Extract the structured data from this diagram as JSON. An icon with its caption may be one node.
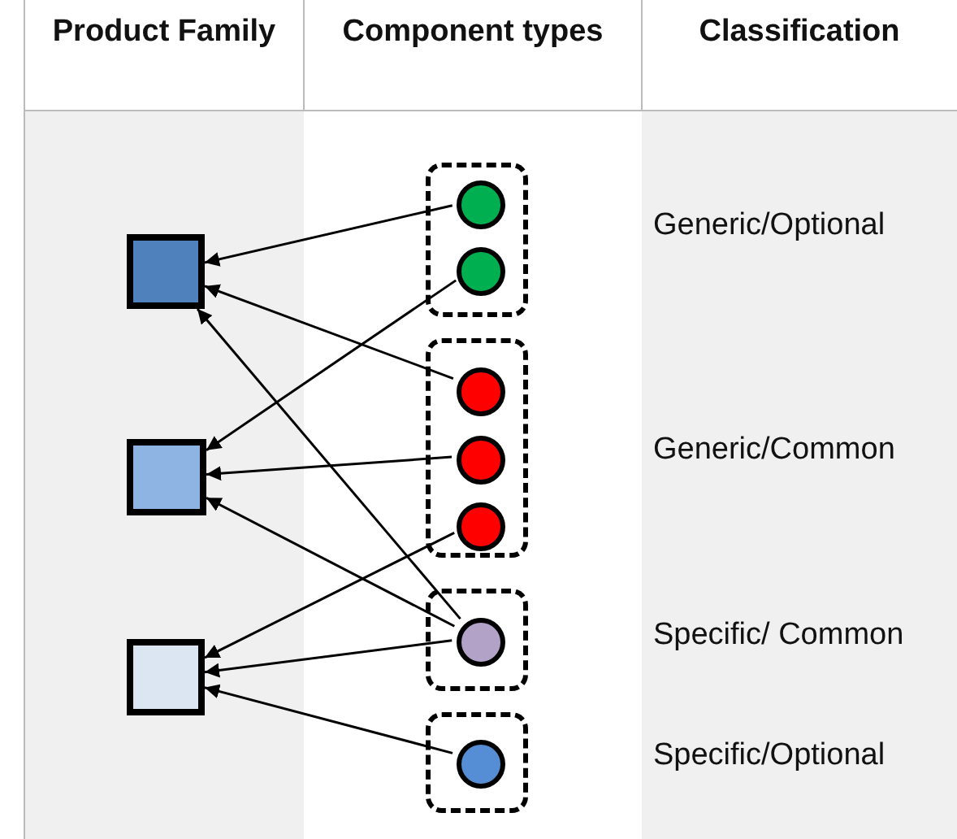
{
  "diagram": {
    "nodes": [
      {
        "text": [],
        "shape": "box"
      },
      {
        "text": [],
        "shape": "box"
      },
      {
        "text": [],
        "shape": "box"
      },
      {
        "text": [],
        "shape": "box"
      },
      {
        "text": [],
        "shape": "box"
      },
      {
        "text": [],
        "shape": "box"
      },
      {
        "text": [],
        "shape": "box"
      },
      {
        "text": [],
        "shape": "circle",
        "in": 3
      },
      {
        "text": [],
        "shape": "circle",
        "in": 3
      },
      {
        "text": [],
        "shape": "circle",
        "in": 4
      },
      {
        "text": [],
        "shape": "circle",
        "in": 4
      },
      {
        "text": [],
        "shape": "circle",
        "in": 4
      },
      {
        "text": [],
        "shape": "circle",
        "in": 5
      },
      {
        "text": [],
        "shape": "circle",
        "in": 6
      }
    ],
    "edges": [
      {
        "from": 7,
        "to": 0,
        "arrow": "to"
      },
      {
        "from": 8,
        "to": 1,
        "arrow": "to"
      },
      {
        "from": 9,
        "to": 0,
        "arrow": "to"
      },
      {
        "from": 10,
        "to": 1,
        "arrow": "to"
      },
      {
        "from": 11,
        "to": 2,
        "arrow": "to"
      },
      {
        "from": 12,
        "to": 0,
        "arrow": "to"
      },
      {
        "from": 12,
        "to": 1,
        "arrow": "to"
      },
      {
        "from": 12,
        "to": 2,
        "arrow": "to"
      },
      {
        "from": 13,
        "to": 2,
        "arrow": "to"
      }
    ],
    "labels": [
      "Product Family",
      "Component types",
      "Classification",
      "Generic/Optional",
      "Generic/Common",
      "Specific/ Common",
      "Specific/Optional"
    ]
  }
}
